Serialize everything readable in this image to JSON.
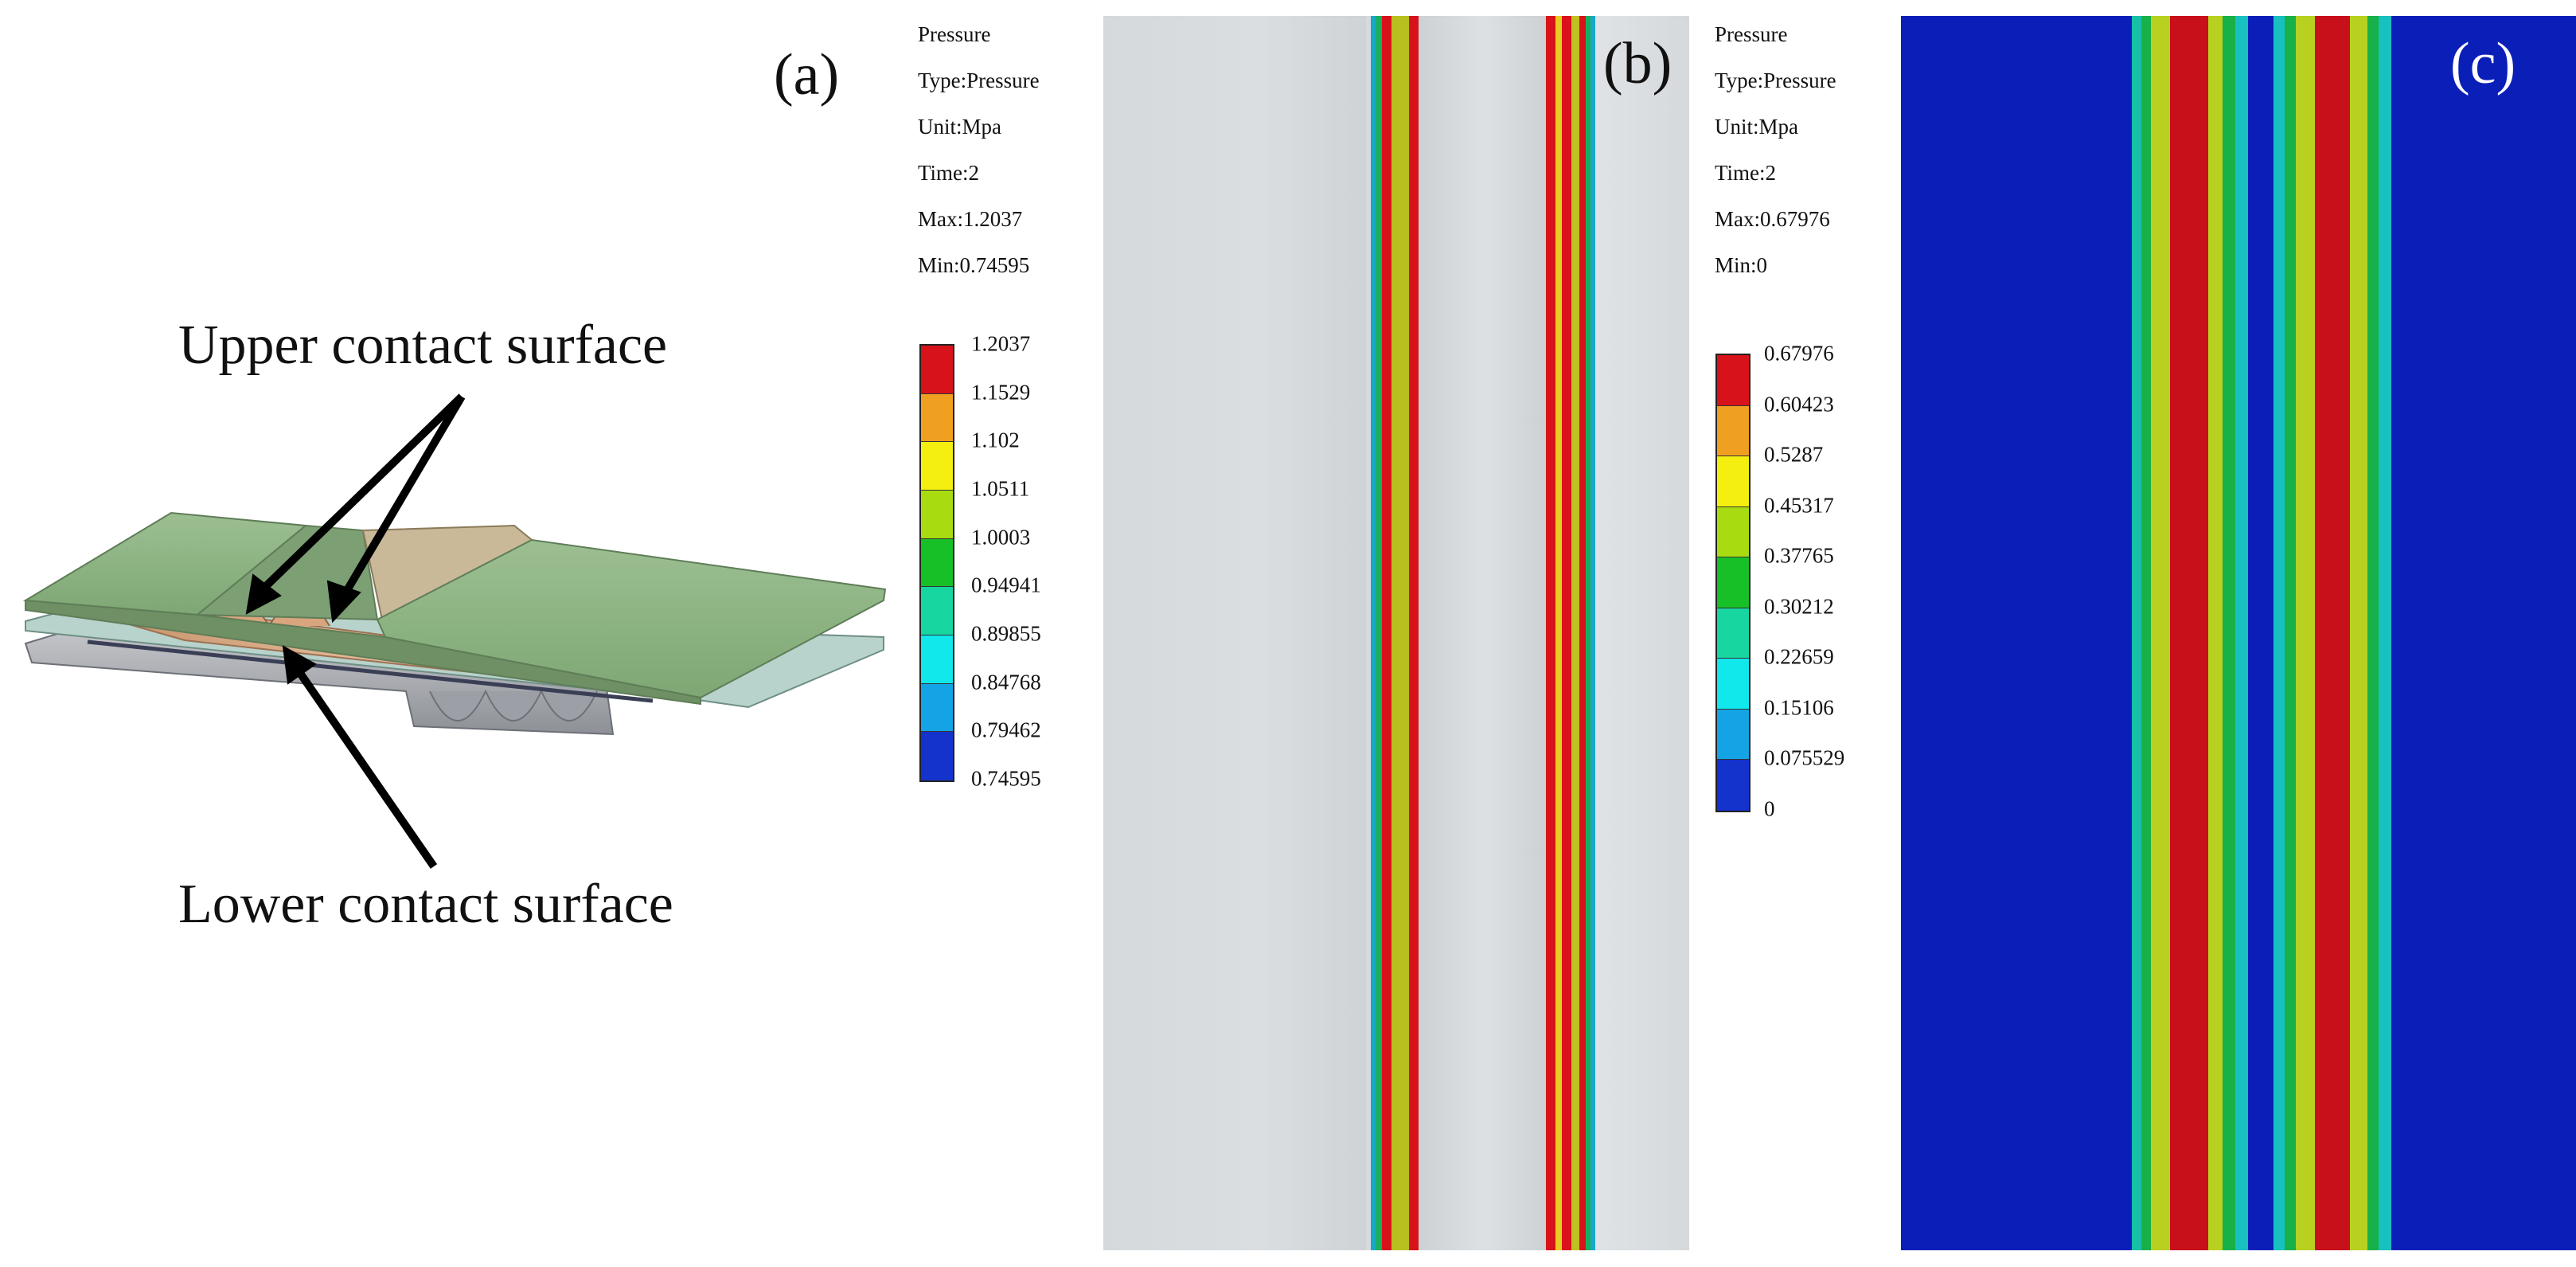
{
  "panel_a": {
    "label": "(a)",
    "upper_callout": "Upper contact surface",
    "lower_callout": "Lower contact surface"
  },
  "panel_b": {
    "label": "(b)",
    "info": [
      "Pressure",
      "Type:Pressure",
      "Unit:Mpa",
      "Time:2",
      "Max:1.2037",
      "Min:0.74595"
    ],
    "legend_ticks": [
      "1.2037",
      "1.1529",
      "1.102",
      "1.0511",
      "1.0003",
      "0.94941",
      "0.89855",
      "0.84768",
      "0.79462",
      "0.74595"
    ]
  },
  "panel_c": {
    "label": "(c)",
    "info": [
      "Pressure",
      "Type:Pressure",
      "Unit:Mpa",
      "Time:2",
      "Max:0.67976",
      "Min:0"
    ],
    "legend_ticks": [
      "0.67976",
      "0.60423",
      "0.5287",
      "0.45317",
      "0.37765",
      "0.30212",
      "0.22659",
      "0.15106",
      "0.075529",
      "0"
    ]
  },
  "colormap": [
    "#d8121b",
    "#f0a020",
    "#f5ef10",
    "#a8dc10",
    "#18c028",
    "#18d6a0",
    "#10e8ec",
    "#14a4e6",
    "#1432cc"
  ],
  "colors": {
    "field_gray": "#d7dbde",
    "field_blue": "#0a1fb8",
    "plate_green": "#8fb387",
    "plate_teal": "#b8d4cc",
    "plate_tan": "#d6aa86",
    "plate_gray": "#b6b8bc"
  }
}
